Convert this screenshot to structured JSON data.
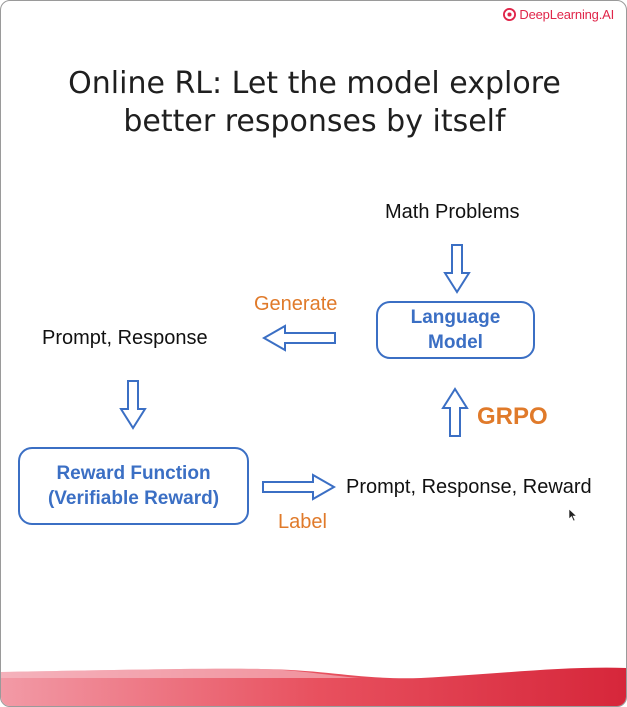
{
  "brand": {
    "name": "DeepLearning.AI"
  },
  "slide": {
    "title_line1": "Online RL: Let the model explore",
    "title_line2": "better responses by itself"
  },
  "diagram": {
    "math_problems": "Math Problems",
    "language_model_line1": "Language",
    "language_model_line2": "Model",
    "generate": "Generate",
    "prompt_response": "Prompt, Response",
    "reward_function_line1": "Reward Function",
    "reward_function_line2": "(Verifiable Reward)",
    "label": "Label",
    "prompt_response_reward": "Prompt, Response, Reward",
    "grpo": "GRPO"
  },
  "colors": {
    "box_blue": "#3b6fc4",
    "accent_orange": "#e07a2a",
    "brand_red": "#e0264a"
  }
}
